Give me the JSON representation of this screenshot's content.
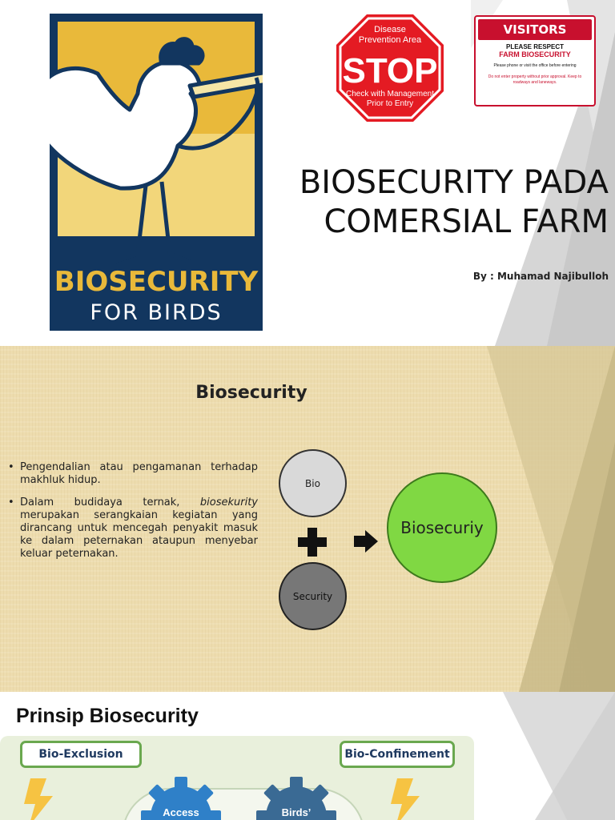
{
  "slide1": {
    "logo": {
      "main_text": "BIOSECURITY",
      "sub_text": "FOR BIRDS",
      "colors": {
        "navy": "#12365f",
        "gold": "#e9b93a",
        "cream": "#f6e6a6"
      }
    },
    "stop_sign": {
      "top_text_1": "Disease",
      "top_text_2": "Prevention Area",
      "main_text": "STOP",
      "bottom_text_1": "Check with Management",
      "bottom_text_2": "Prior to Entry",
      "color": "#e41b23"
    },
    "visitors_sign": {
      "heading": "VISITORS",
      "line1": "PLEASE RESPECT",
      "line2": "FARM BIOSECURITY",
      "line3": "Please phone or visit the office before entering",
      "line4": "Do not enter property without prior approval. Keep to roadways and laneways.",
      "color": "#c8102e"
    },
    "title_line1": "BIOSECURITY PADA",
    "title_line2": "COMERSIAL FARM",
    "byline": "By : Muhamad Najibulloh"
  },
  "slide2": {
    "title": "Biosecurity",
    "bullets": [
      {
        "text": "Pengendalian atau pengamanan terhadap makhluk hidup."
      },
      {
        "before": "Dalam budidaya ternak, ",
        "em": "biosekurity",
        "after": " merupakan serangkaian kegiatan yang dirancang untuk mencegah penyakit masuk ke dalam peternakan ataupun menyebar keluar peternakan."
      }
    ],
    "diagram": {
      "circle_top": "Bio",
      "circle_bottom": "Security",
      "result": "Biosecuriy",
      "colors": {
        "top": "#d9d9d9",
        "bottom": "#777777",
        "result": "#80d843"
      }
    }
  },
  "slide3": {
    "title": "Prinsip Biosecurity",
    "left_box": "Bio-Exclusion",
    "right_box": "Bio-Confinement",
    "gears": [
      {
        "label": "Access",
        "color": "#2f80c8"
      },
      {
        "label": "Birds’",
        "color": "#3a6a94"
      }
    ]
  }
}
